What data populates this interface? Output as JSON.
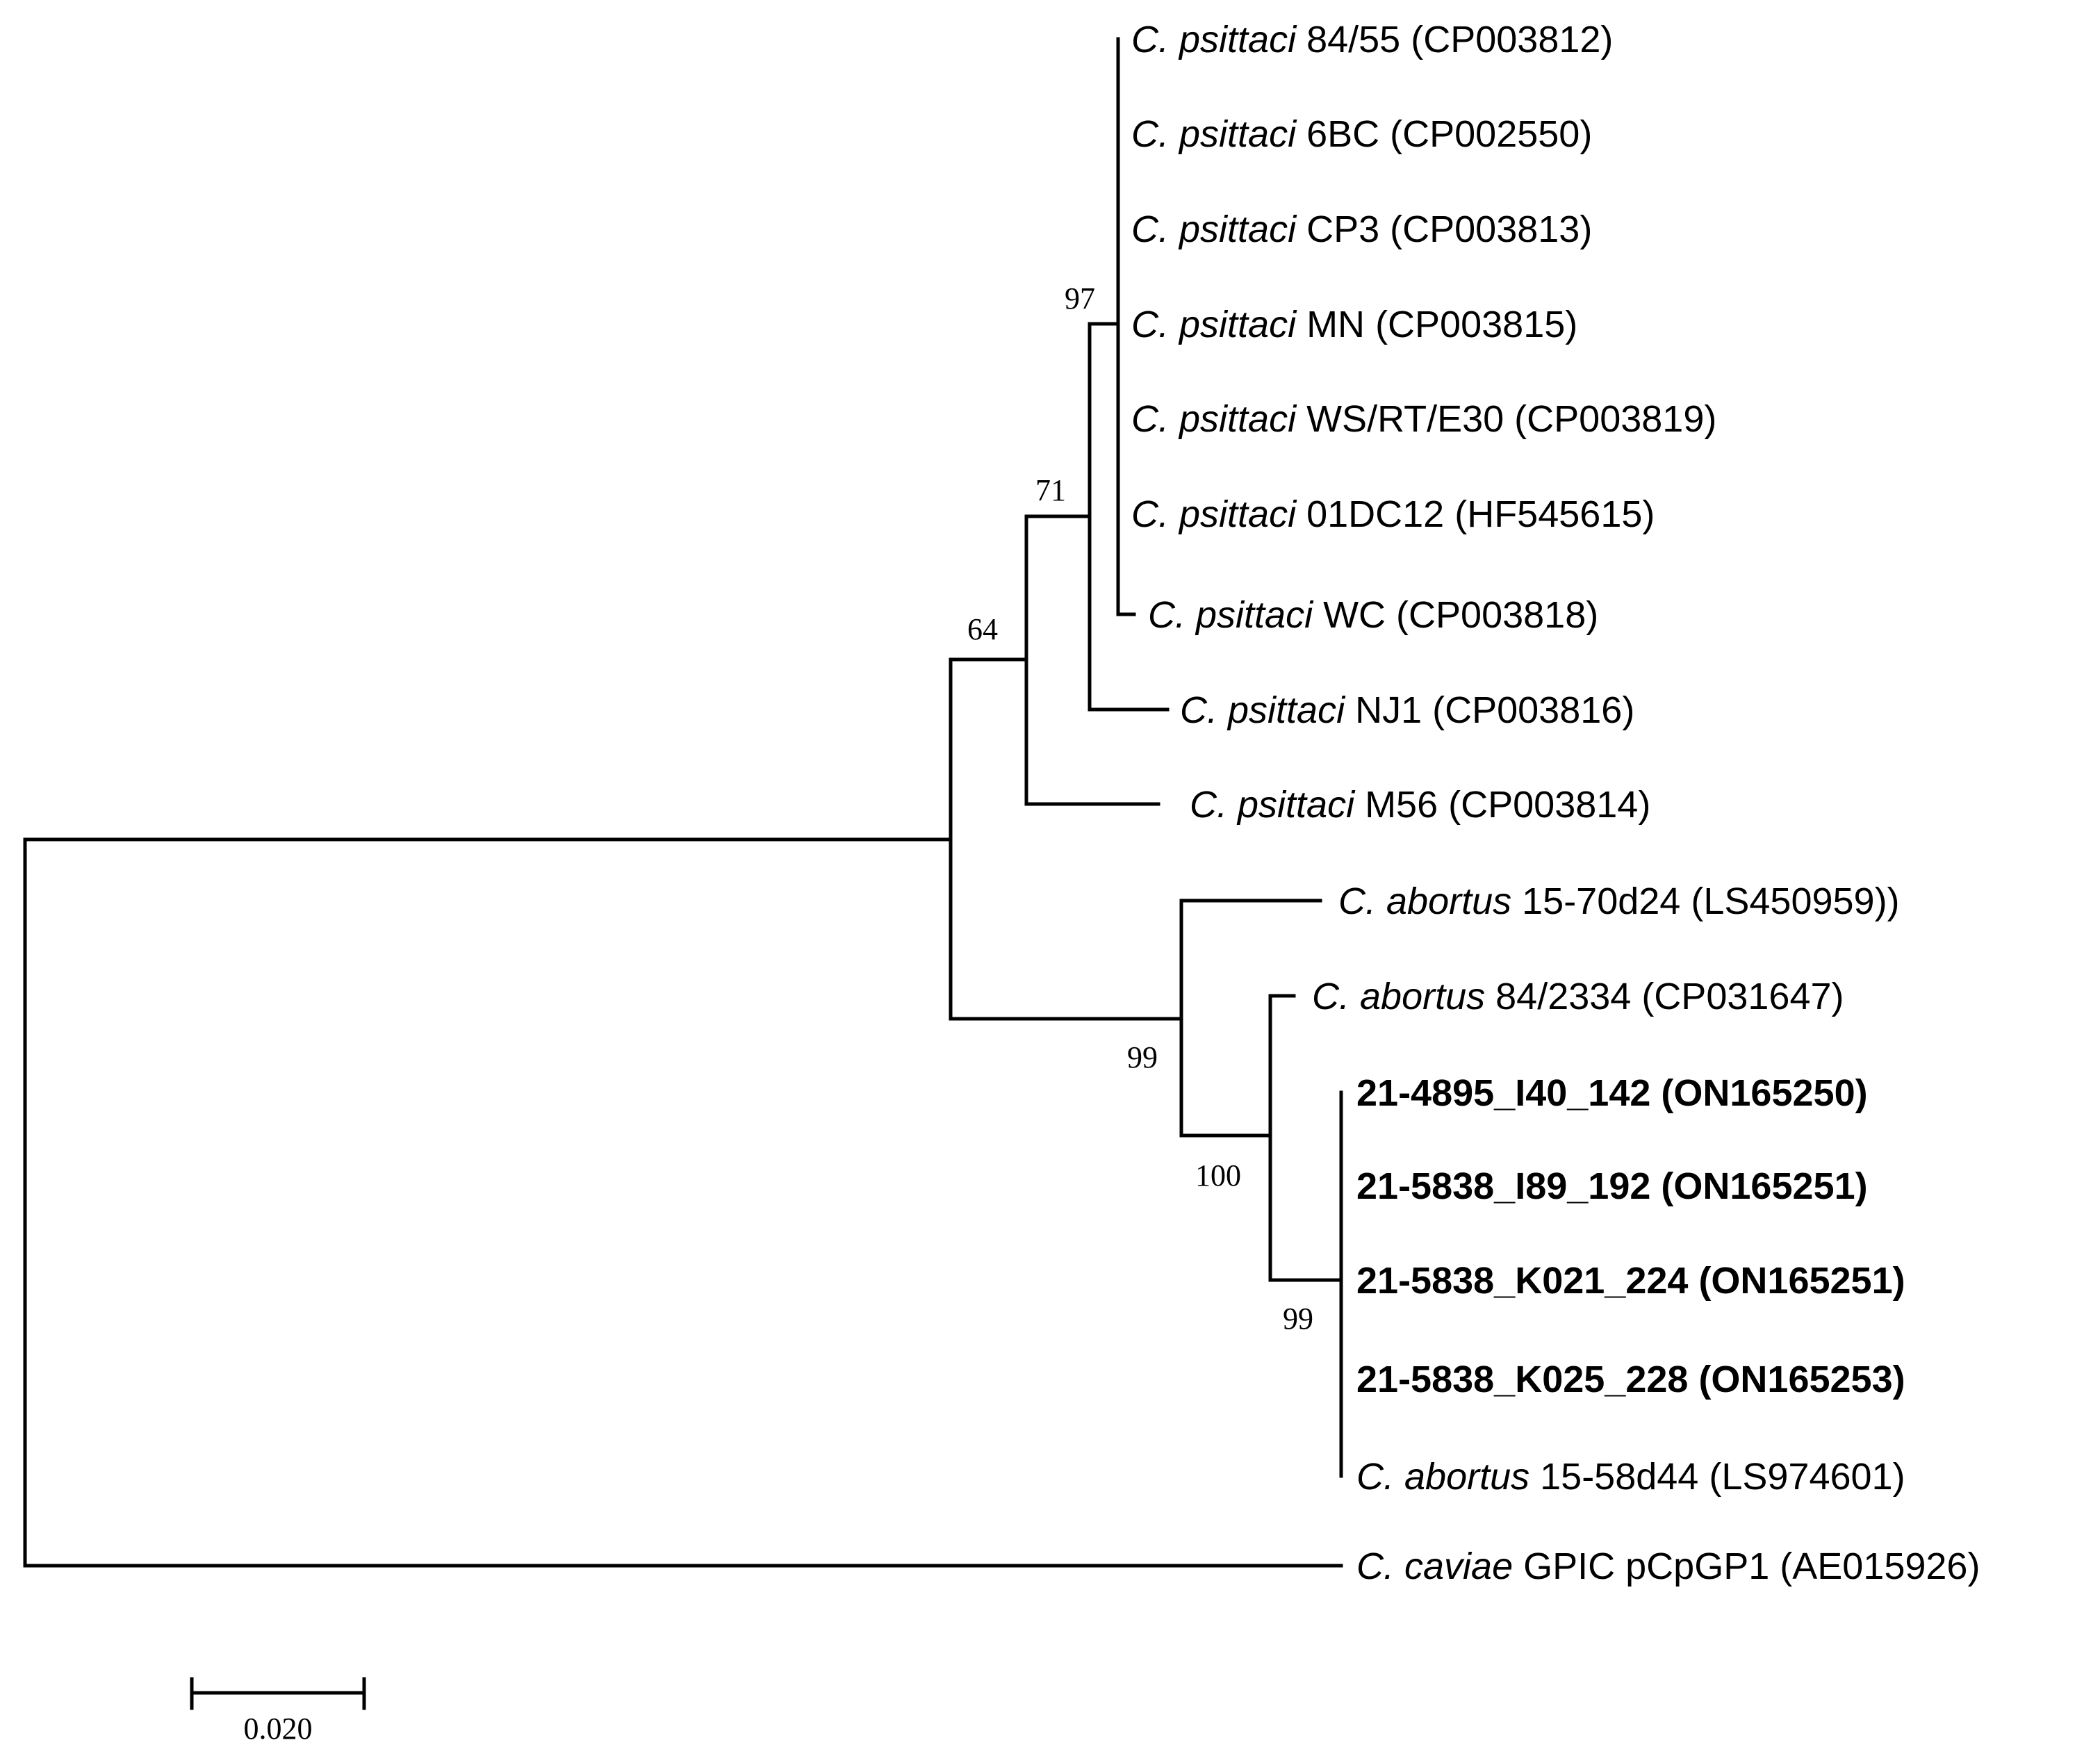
{
  "highlight_color": "#ff0000",
  "text_color": "#000000",
  "leaves": [
    {
      "id": "psittaci-84-55",
      "genus": "C.",
      "species": "psittaci",
      "strain": "84/55",
      "accession": "(CP003812)",
      "highlight": false
    },
    {
      "id": "psittaci-6bc",
      "genus": "C.",
      "species": "psittaci",
      "strain": "6BC",
      "accession": "(CP002550)",
      "highlight": false
    },
    {
      "id": "psittaci-cp3",
      "genus": "C.",
      "species": "psittaci",
      "strain": "CP3",
      "accession": "(CP003813)",
      "highlight": false
    },
    {
      "id": "psittaci-mn",
      "genus": "C.",
      "species": "psittaci",
      "strain": "MN",
      "accession": " (CP003815)",
      "highlight": false
    },
    {
      "id": "psittaci-ws-rt-e30",
      "genus": "C.",
      "species": "psittaci",
      "strain": "WS/RT/E30",
      "accession": "(CP003819)",
      "highlight": false
    },
    {
      "id": "psittaci-01dc12",
      "genus": "C.",
      "species": "psittaci",
      "strain": "01DC12",
      "accession": "(HF545615)",
      "highlight": false
    },
    {
      "id": "psittaci-wc",
      "genus": "C.",
      "species": "psittaci",
      "strain": "WC",
      "accession": "(CP003818)",
      "highlight": false
    },
    {
      "id": "psittaci-nj1",
      "genus": "C.",
      "species": "psittaci",
      "strain": "NJ1",
      "accession": "(CP003816)",
      "highlight": false
    },
    {
      "id": "psittaci-m56",
      "genus": "C.",
      "species": "psittaci",
      "strain": "M56",
      "accession": "(CP003814)",
      "highlight": false
    },
    {
      "id": "abortus-15-70d24",
      "genus": "C.",
      "species": "abortus",
      "strain": "15-70d24",
      "accession": "(LS450959))",
      "highlight": false
    },
    {
      "id": "abortus-84-2334",
      "genus": "C.",
      "species": "abortus",
      "strain": "84/2334",
      "accession": "(CP031647)",
      "highlight": false
    },
    {
      "id": "isolate-21-4895-i40-142",
      "genus": "",
      "species": "",
      "strain": "21-4895_I40_142",
      "accession": "(ON165250)",
      "highlight": true
    },
    {
      "id": "isolate-21-5838-i89-192",
      "genus": "",
      "species": "",
      "strain": "21-5838_I89_192",
      "accession": "(ON165251)",
      "highlight": true
    },
    {
      "id": "isolate-21-5838-k021-224",
      "genus": "",
      "species": "",
      "strain": "21-5838_K021_224",
      "accession": "(ON165251)",
      "highlight": true
    },
    {
      "id": "isolate-21-5838-k025-228",
      "genus": "",
      "species": "",
      "strain": "21-5838_K025_228",
      "accession": "(ON165253)",
      "highlight": true
    },
    {
      "id": "abortus-15-58d44",
      "genus": "C.",
      "species": "abortus",
      "strain": "15-58d44",
      "accession": "(LS974601)",
      "highlight": false
    },
    {
      "id": "caviae-gpic",
      "genus": "C.",
      "species": "caviae",
      "strain": "GPIC pCpGP1",
      "accession": " (AE015926)",
      "highlight": false
    }
  ],
  "bootstrap": {
    "psittaci_core": "97",
    "psittaci_nj1": "71",
    "psittaci_m56": "64",
    "abortus_clade": "99",
    "abortus_84_2334": "100",
    "isolates": "99"
  },
  "scale_bar": {
    "value": 0.02,
    "label": "0.020"
  }
}
